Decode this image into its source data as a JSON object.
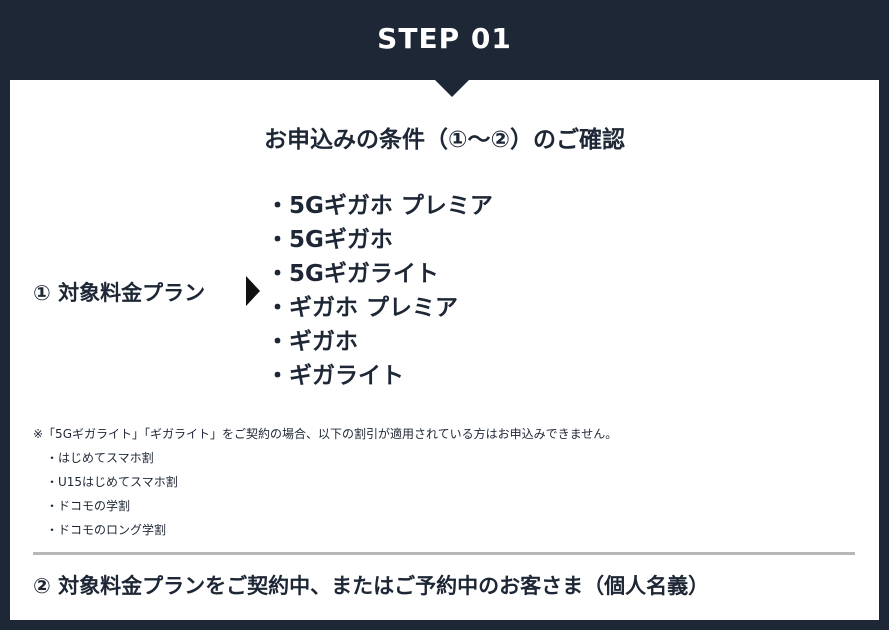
{
  "header": {
    "title": "STEP 01"
  },
  "confirm": {
    "heading": "お申込みの条件（①〜②）のご確認"
  },
  "section1": {
    "label": "① 対象料金プラン",
    "plans": [
      "・5Gギガホ プレミア",
      "・5Gギガホ",
      "・5Gギガライト",
      "・ギガホ プレミア",
      "・ギガホ",
      "・ギガライト"
    ]
  },
  "notes": {
    "main": "※「5Gギガライト」「ギガライト」をご契約の場合、以下の割引が適用されている方はお申込みできません。",
    "items": [
      "・はじめてスマホ割",
      "・U15はじめてスマホ割",
      "・ドコモの学割",
      "・ドコモのロング学割"
    ]
  },
  "section2": {
    "label": "② 対象料金プランをご契約中、またはご予約中のお客さま（個人名義）"
  },
  "colors": {
    "navy": "#1e2735",
    "divider": "#b8b8b8",
    "panel": "#ffffff"
  }
}
